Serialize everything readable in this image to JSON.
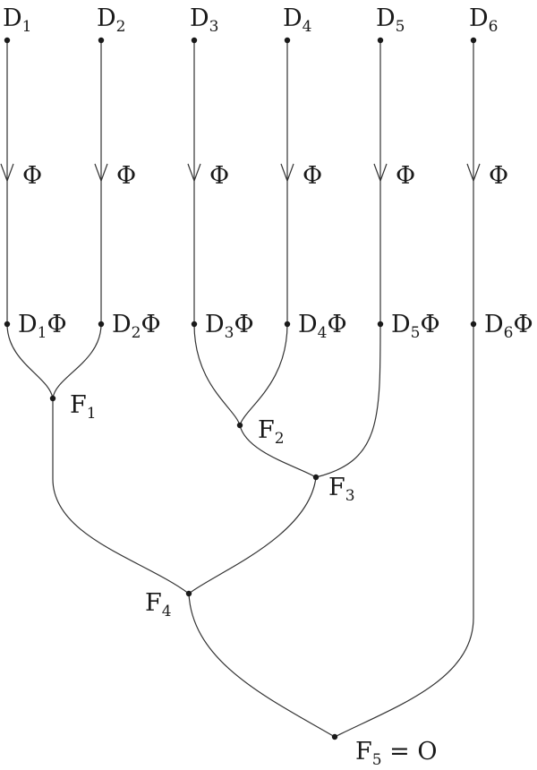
{
  "diagram": {
    "top_nodes": [
      {
        "base": "D",
        "sub": "1"
      },
      {
        "base": "D",
        "sub": "2"
      },
      {
        "base": "D",
        "sub": "3"
      },
      {
        "base": "D",
        "sub": "4"
      },
      {
        "base": "D",
        "sub": "5"
      },
      {
        "base": "D",
        "sub": "6"
      }
    ],
    "arrow_label": "Φ",
    "image_nodes": [
      {
        "base": "D",
        "sub": "1",
        "suffix": "Φ"
      },
      {
        "base": "D",
        "sub": "2",
        "suffix": "Φ"
      },
      {
        "base": "D",
        "sub": "3",
        "suffix": "Φ"
      },
      {
        "base": "D",
        "sub": "4",
        "suffix": "Φ"
      },
      {
        "base": "D",
        "sub": "5",
        "suffix": "Φ"
      },
      {
        "base": "D",
        "sub": "6",
        "suffix": "Φ"
      }
    ],
    "merge_nodes": [
      {
        "base": "F",
        "sub": "1",
        "suffix": ""
      },
      {
        "base": "F",
        "sub": "2",
        "suffix": ""
      },
      {
        "base": "F",
        "sub": "3",
        "suffix": ""
      },
      {
        "base": "F",
        "sub": "4",
        "suffix": ""
      },
      {
        "base": "F",
        "sub": "5",
        "suffix": " = O"
      }
    ]
  }
}
